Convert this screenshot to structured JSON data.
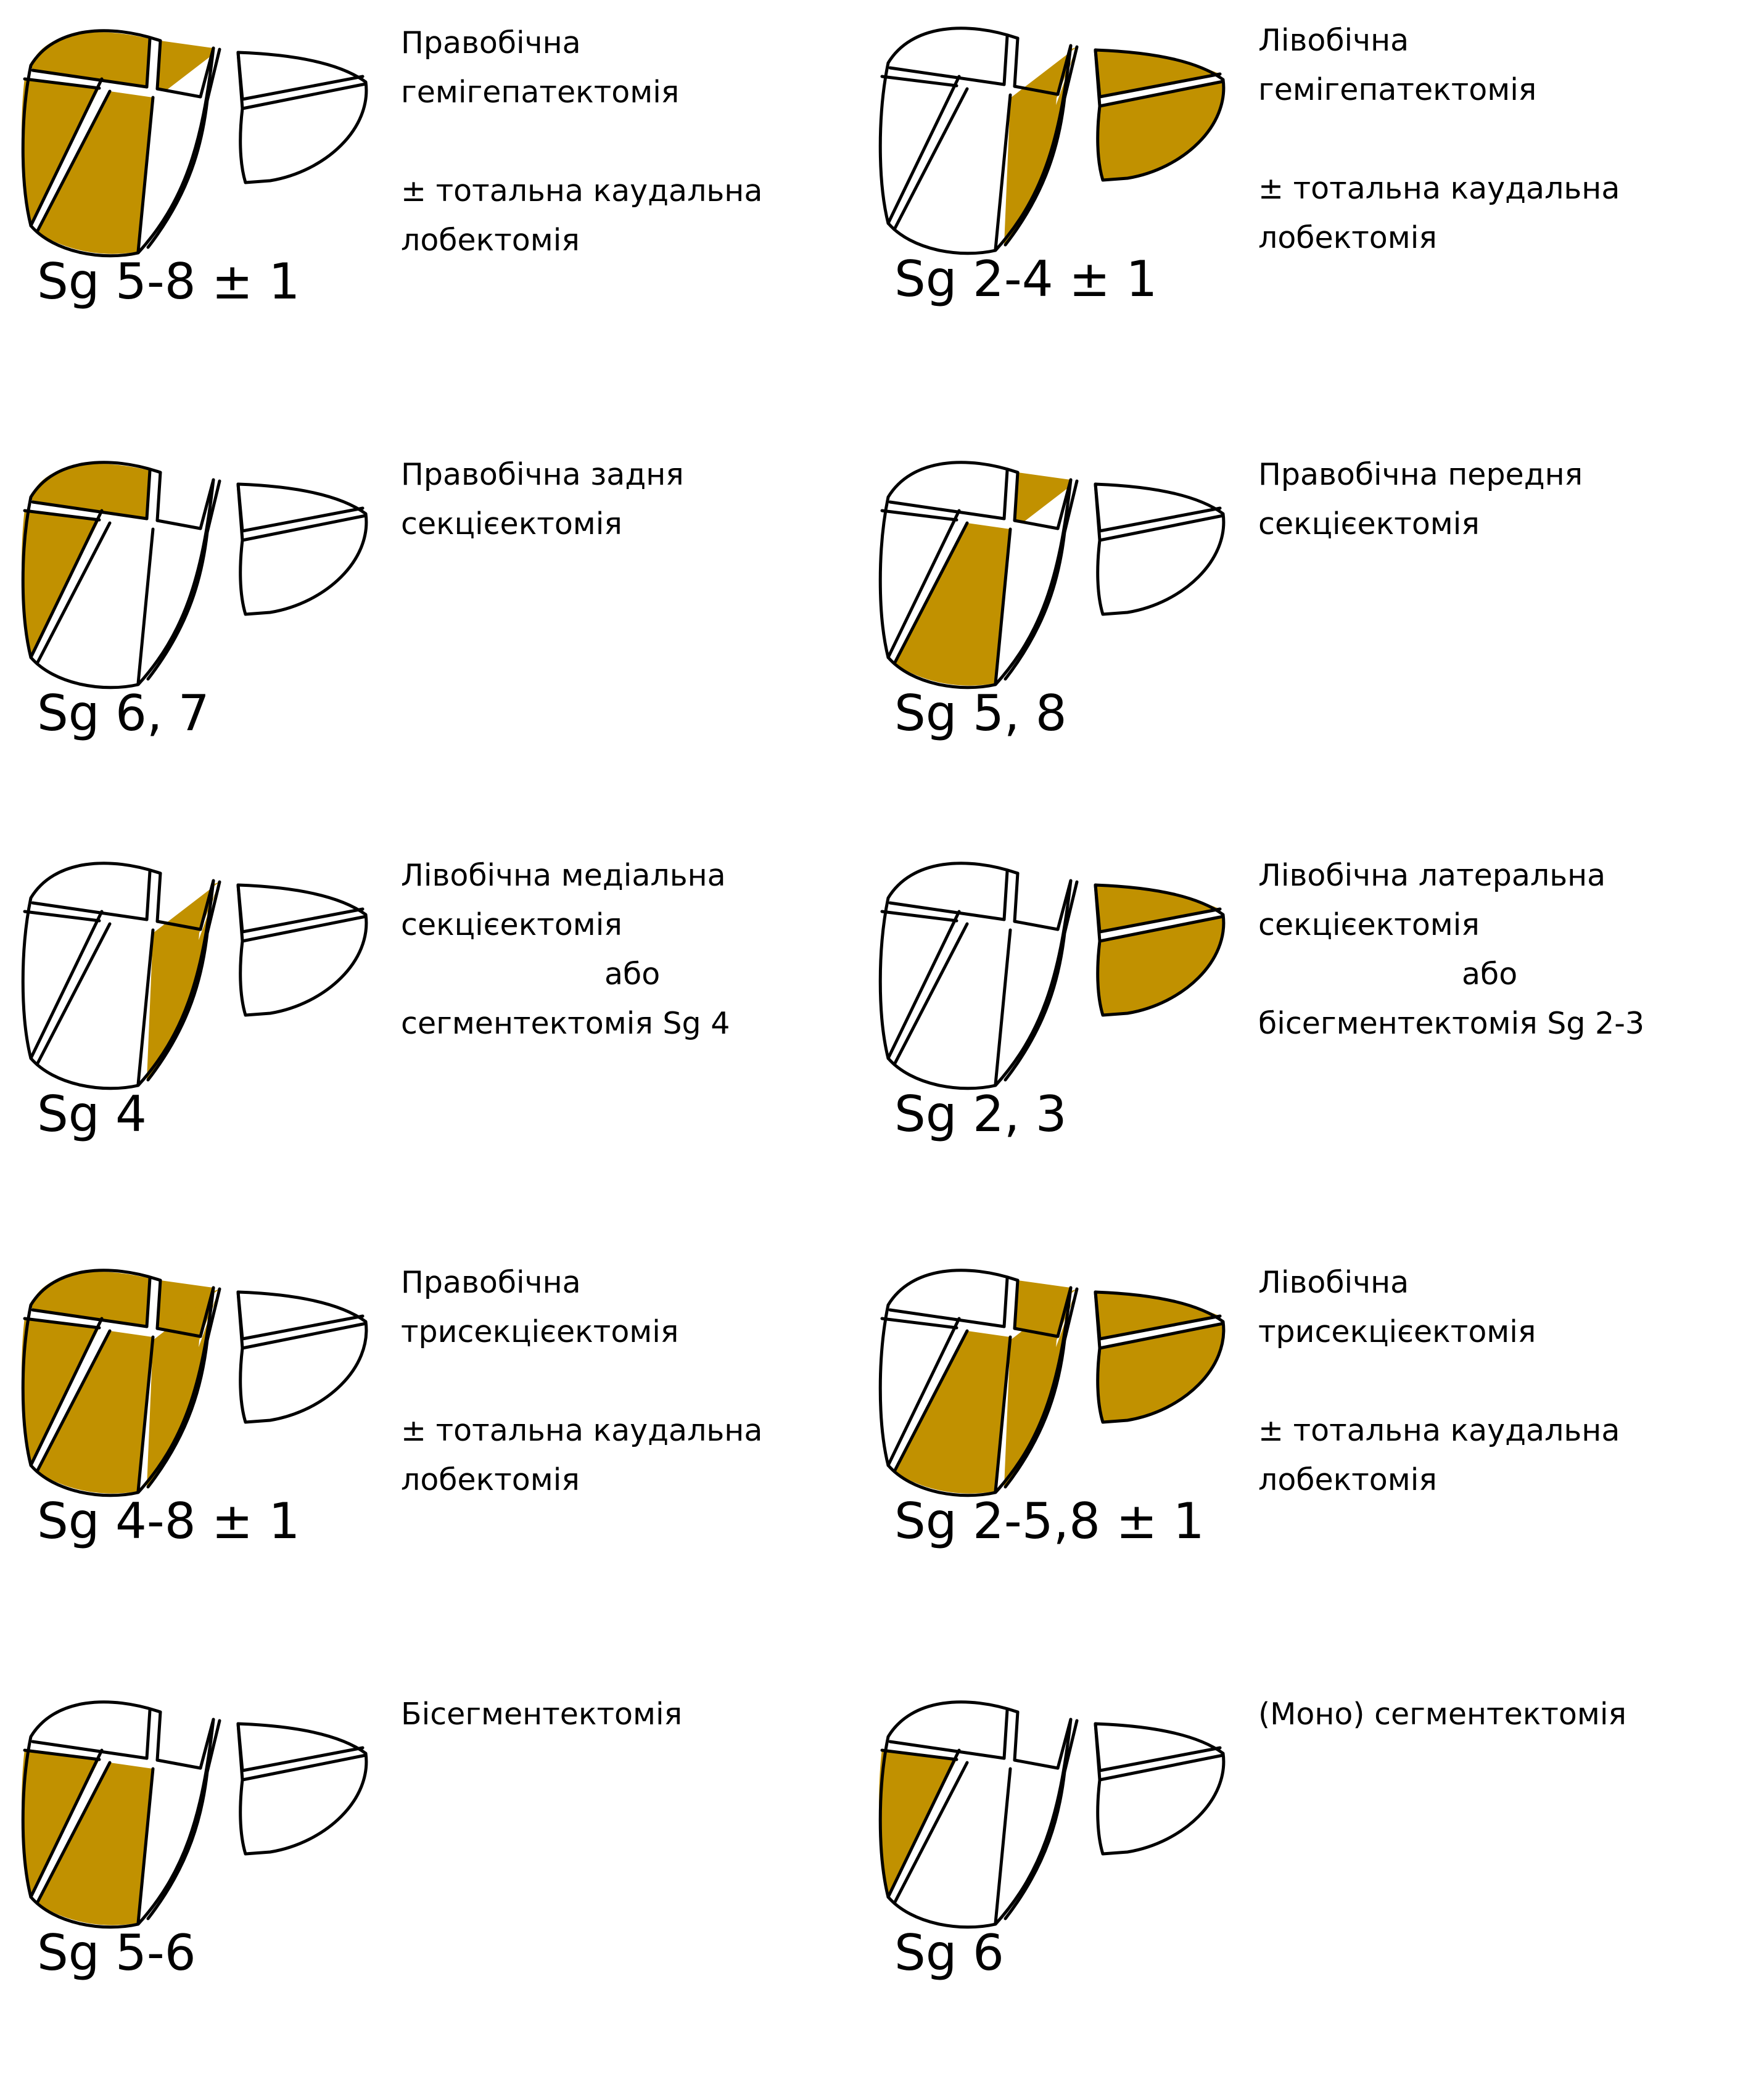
{
  "colors": {
    "resected": "#c19100",
    "remaining": "#ffffff",
    "outline": "#000000"
  },
  "panels": [
    {
      "label": "Sg 5-8 ± 1",
      "lines": [
        "Правобічна",
        "гемігепатектомія"
      ],
      "extra": [
        "± тотальна каудальна",
        "лобектомія"
      ],
      "segments": [
        "s7",
        "s8",
        "s6",
        "s5"
      ]
    },
    {
      "label": "Sg 2-4 ± 1",
      "lines": [
        "Лівобічна",
        "гемігепатектомія"
      ],
      "extra": [
        "± тотальна каудальна",
        "лобектомія"
      ],
      "segments": [
        "s4",
        "s2",
        "s3"
      ]
    },
    {
      "label": "Sg 6, 7",
      "lines": [
        "Правобічна задня",
        "секцієектомія"
      ],
      "extra": [],
      "segments": [
        "s7",
        "s6"
      ]
    },
    {
      "label": "Sg 5, 8",
      "lines": [
        "Правобічна передня",
        "секцієектомія"
      ],
      "extra": [],
      "segments": [
        "s8",
        "s5"
      ]
    },
    {
      "label": "Sg 4",
      "lines": [
        "Лівобічна медіальна",
        "секцієектомія",
        "або",
        "сегментектомія Sg 4"
      ],
      "extra": [],
      "segments": [
        "s4"
      ]
    },
    {
      "label": "Sg 2, 3",
      "lines": [
        "Лівобічна латеральна",
        "секцієектомія",
        "або",
        "бісегментектомія Sg 2-3"
      ],
      "extra": [],
      "segments": [
        "s2",
        "s3"
      ]
    },
    {
      "label": "Sg 4-8 ± 1",
      "lines": [
        "Правобічна",
        "трисекцієектомія"
      ],
      "extra": [
        "± тотальна каудальна",
        "лобектомія"
      ],
      "segments": [
        "s7",
        "s8",
        "s6",
        "s5",
        "s4"
      ]
    },
    {
      "label": "Sg 2-5,8 ± 1",
      "lines": [
        "Лівобічна",
        "трисекцієектомія"
      ],
      "extra": [
        "± тотальна каудальна",
        "лобектомія"
      ],
      "segments": [
        "s8",
        "s5",
        "s4",
        "s2",
        "s3"
      ]
    },
    {
      "label": "Sg 5-6",
      "lines": [
        "Бісегментектомія"
      ],
      "extra": [],
      "segments": [
        "s6",
        "s5"
      ]
    },
    {
      "label": "Sg 6",
      "lines": [
        "(Моно) сегментектомія"
      ],
      "extra": [],
      "segments": [
        "s6"
      ]
    }
  ]
}
